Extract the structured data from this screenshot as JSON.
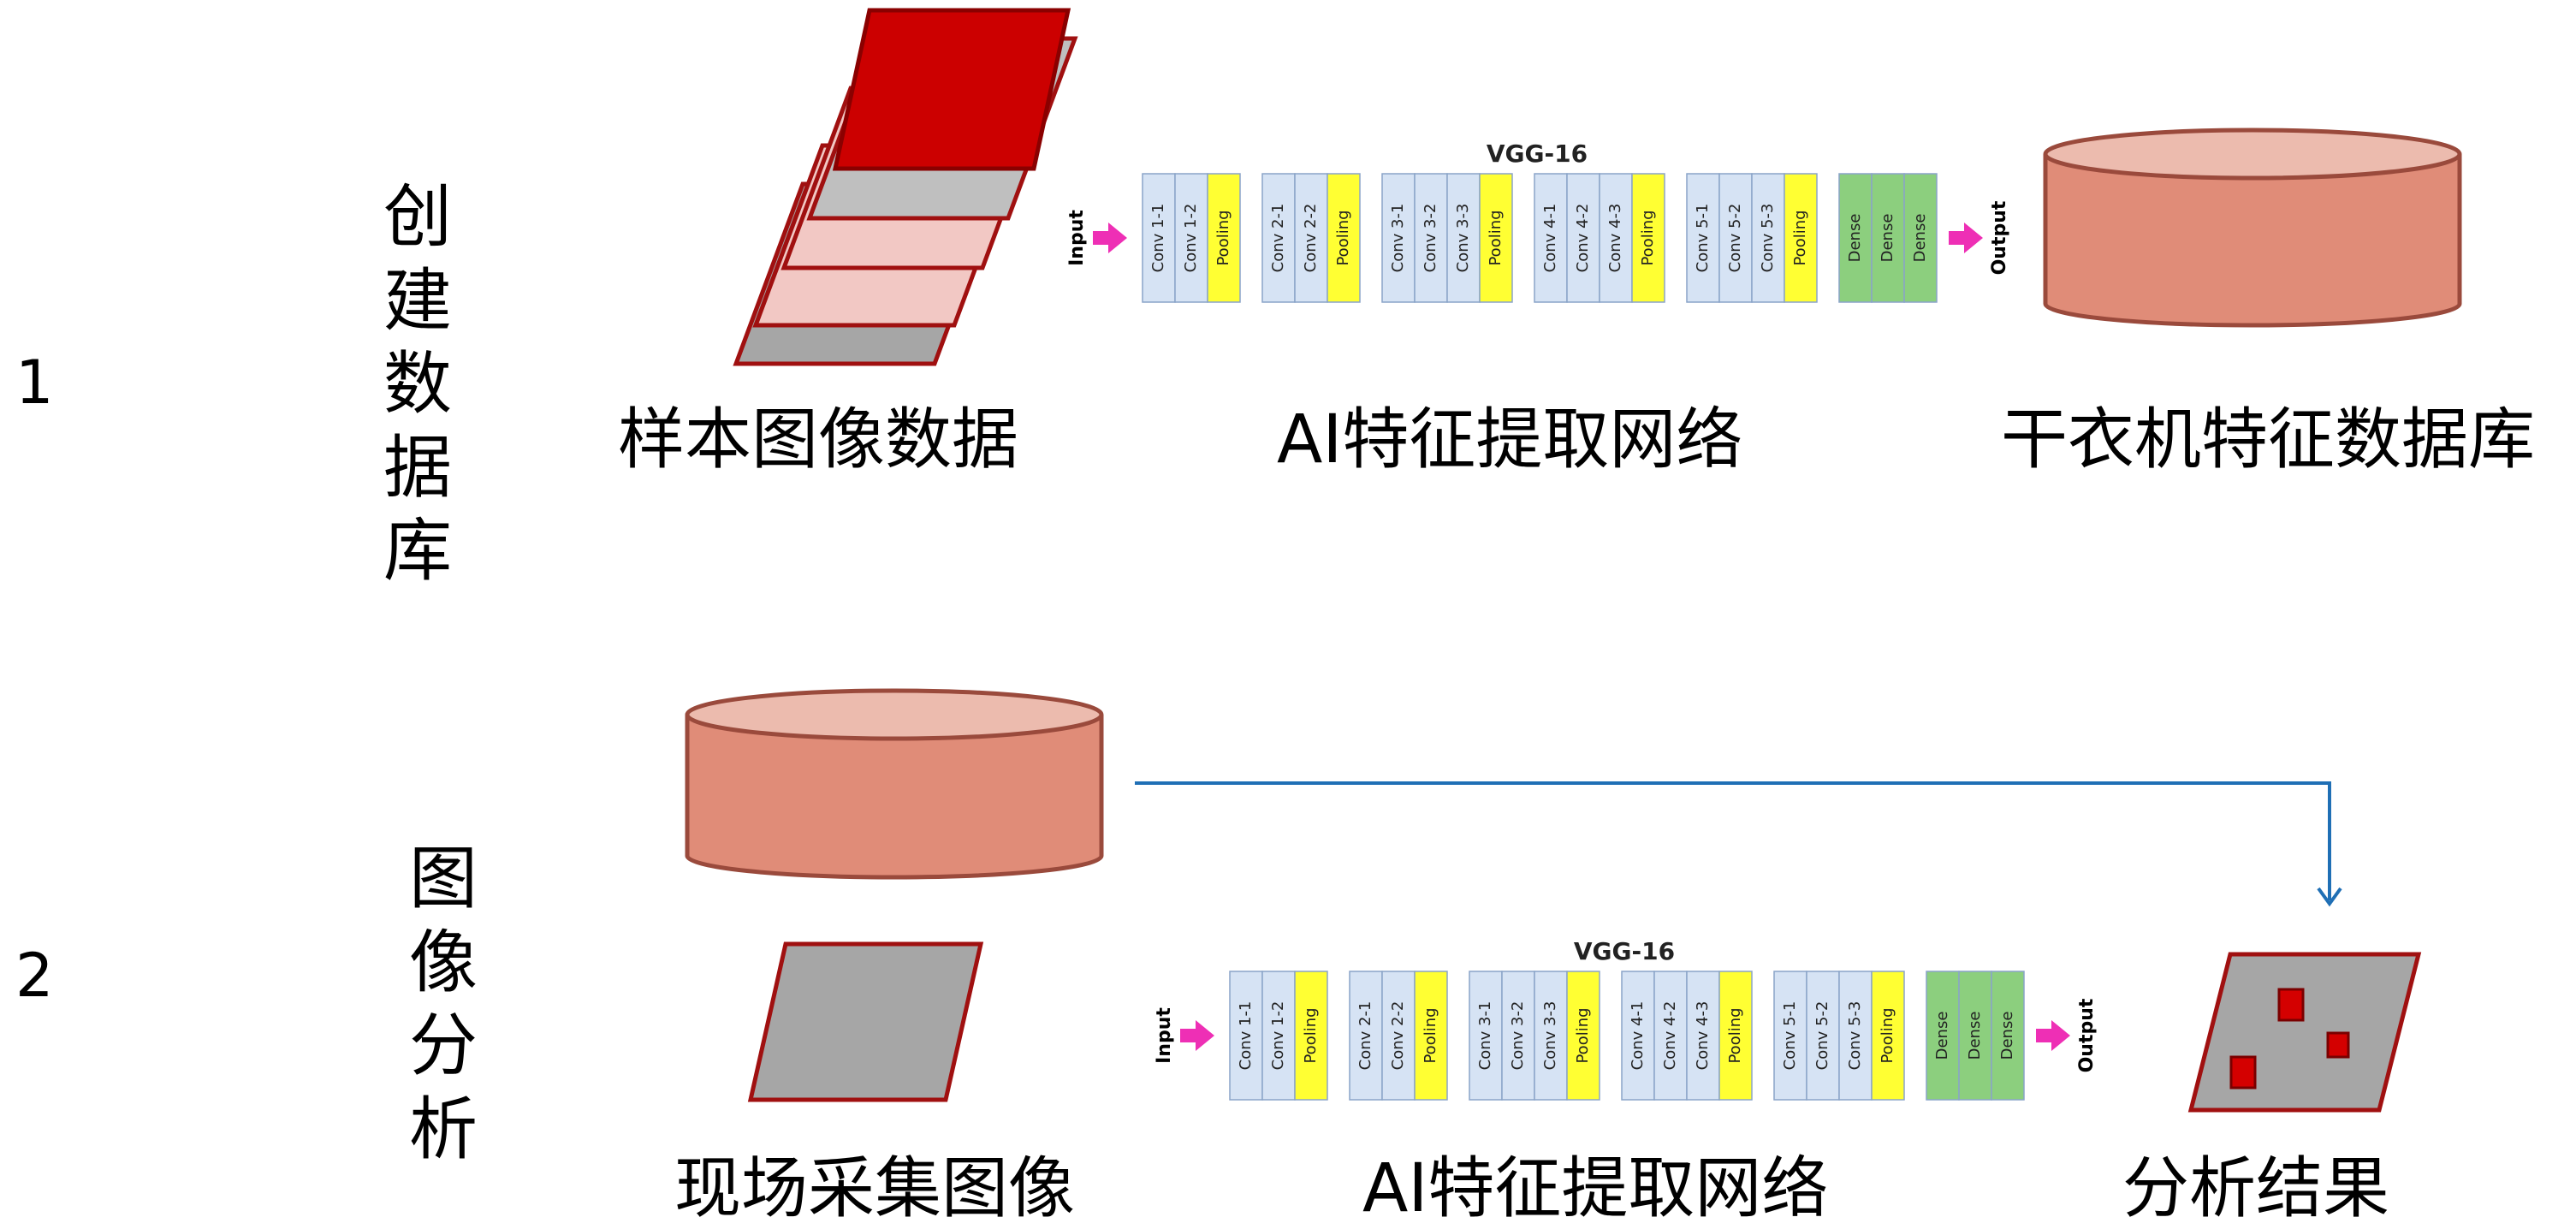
{
  "rows": [
    {
      "number": "1",
      "title_chars": [
        "创",
        "建",
        "数",
        "据",
        "库"
      ],
      "captions": [
        "样本图像数据",
        "AI特征提取网络",
        "干衣机特征数据库"
      ]
    },
    {
      "number": "2",
      "title_chars": [
        "图",
        "像",
        "分",
        "析"
      ],
      "captions": [
        "现场采集图像",
        "AI特征提取网络",
        "分析结果"
      ]
    }
  ],
  "vgg": {
    "title": "VGG-16",
    "input_label": "Input",
    "output_label": "Output",
    "blocks": [
      [
        "Conv 1-1",
        "Conv 1-2",
        "Pooling"
      ],
      [
        "Conv 2-1",
        "Conv 2-2",
        "Pooling"
      ],
      [
        "Conv 3-1",
        "Conv 3-2",
        "Conv 3-3",
        "Pooling"
      ],
      [
        "Conv 4-1",
        "Conv 4-2",
        "Conv 4-3",
        "Pooling"
      ],
      [
        "Conv 5-1",
        "Conv 5-2",
        "Conv 5-3",
        "Pooling"
      ],
      [
        "Dense",
        "Dense",
        "Dense"
      ]
    ]
  },
  "colors": {
    "conv": "#d6e3f4",
    "pooling": "#ffff33",
    "dense": "#8ccf7e",
    "arrow_pink": "#ee2fb5",
    "db_body": "#e08c78",
    "db_top": "#ecbbae",
    "db_stroke": "#9a4a3c",
    "red_layer": "#cc0000",
    "gray_layer": "#a6a6a6",
    "pink_layer": "#f2c8c4",
    "connector_blue": "#1f6fb5"
  }
}
